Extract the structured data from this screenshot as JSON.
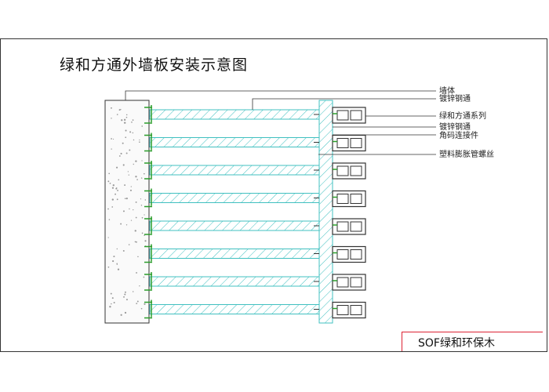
{
  "title": "绿和方通外墙板安装示意图",
  "brand": "SOF绿和环保木",
  "labels": {
    "wall": "墙体",
    "galvanized_tube_top": "镀锌钢通",
    "product_series": "绿和方通系列",
    "galvanized_tube_mid": "镀锌钢通",
    "angle_connector": "角码连接件",
    "expansion_screw": "塑料膨胀管螺丝"
  },
  "colors": {
    "hatch": "#40c0c0",
    "connector": "#2a9d2a",
    "line": "#333333",
    "brand_border": "#dd2233"
  },
  "profile_count": 8,
  "icons": [
    "square-tube-icon"
  ]
}
